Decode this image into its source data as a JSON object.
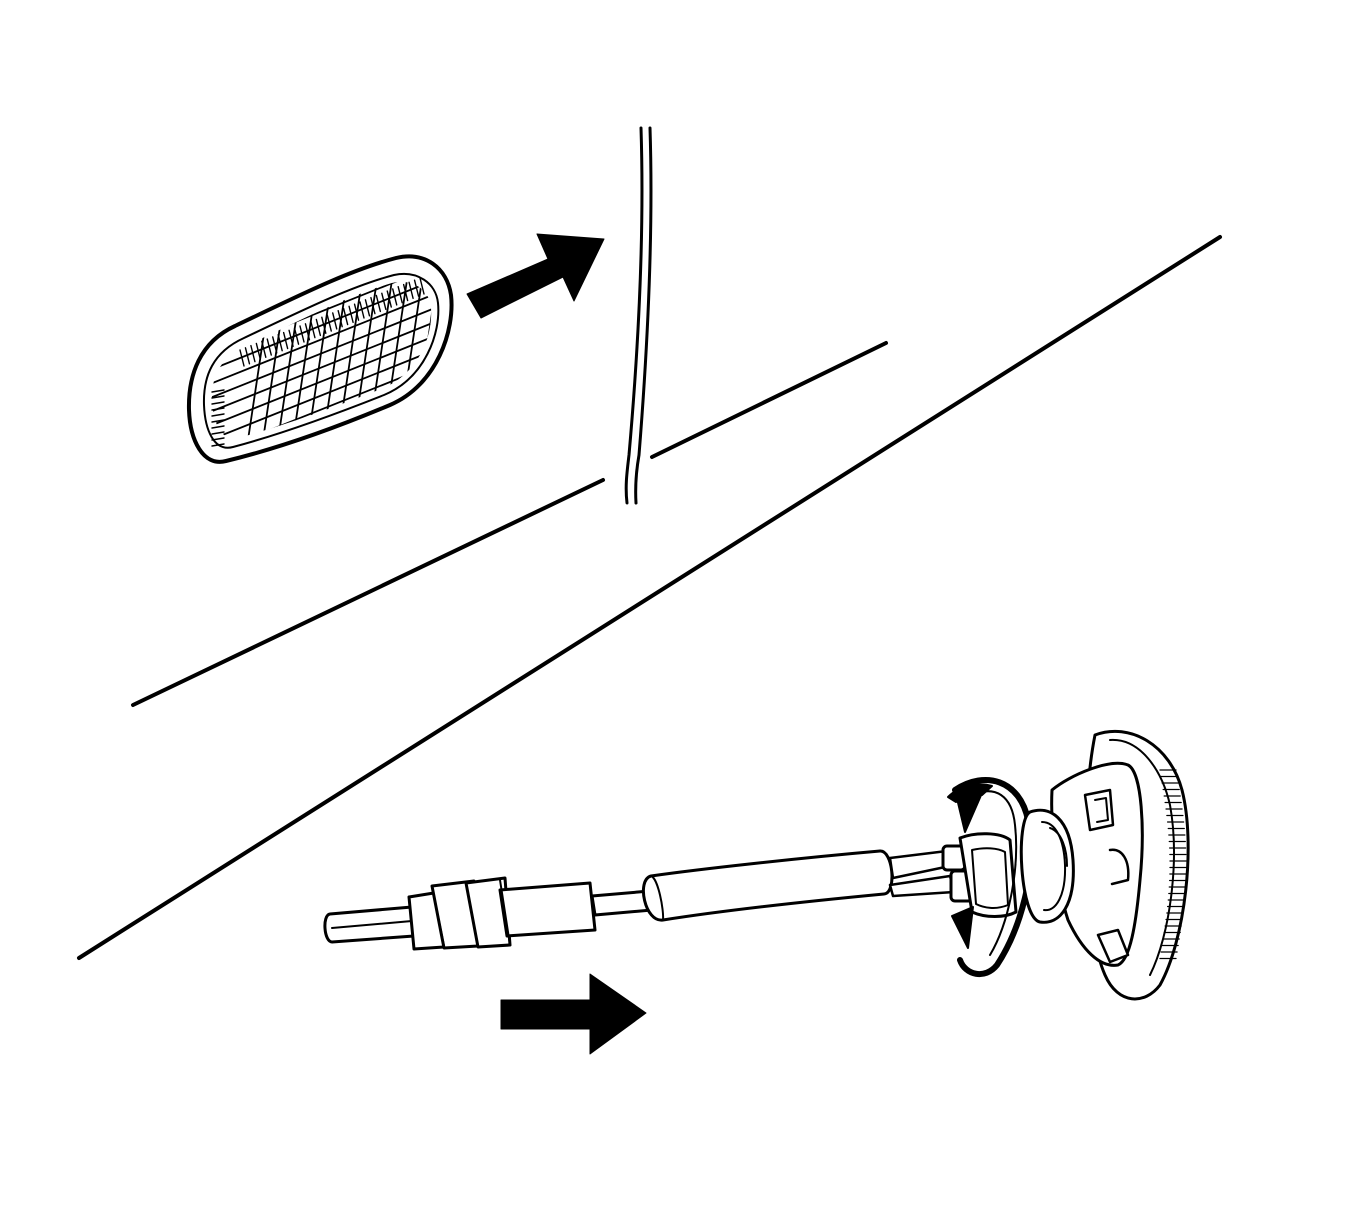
{
  "figure": {
    "kind": "technical-line-illustration",
    "colors": {
      "background": "#ffffff",
      "ink": "#000000"
    },
    "elements": [
      {
        "id": "side-marker-lens",
        "icon": "side-marker-lamp-lens"
      },
      {
        "id": "removal-arrow-top",
        "icon": "solid-arrow-right"
      },
      {
        "id": "body-panel-lines",
        "icon": "body-panel-outline"
      },
      {
        "id": "bulb-socket-wiring",
        "icon": "wiring-harness-connector"
      },
      {
        "id": "socket-rotation-arrow",
        "icon": "circular-rotate-arrow"
      },
      {
        "id": "lamp-housing",
        "icon": "side-marker-lamp-housing"
      },
      {
        "id": "removal-arrow-bottom",
        "icon": "solid-arrow-right"
      }
    ]
  }
}
